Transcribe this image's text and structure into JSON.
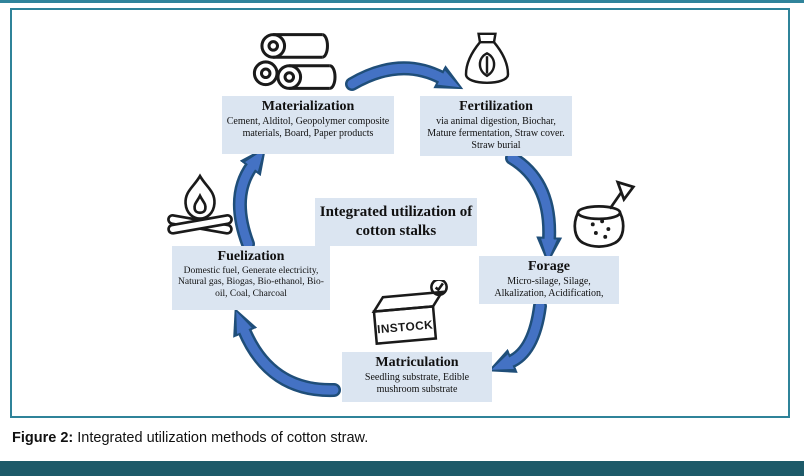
{
  "caption": {
    "label": "Figure 2:",
    "text": " Integrated utilization methods of cotton straw."
  },
  "colors": {
    "figure_border": "#2f8399",
    "node_fill": "#dbe5f1",
    "arrow_fill": "#4472c4",
    "arrow_outline": "#1f4e79",
    "footer_bar": "#1d5a69"
  },
  "diagram": {
    "center_title": "Integrated utilization of cotton stalks",
    "nodes": [
      {
        "id": "materialization",
        "title": "Materialization",
        "description": "Cement, Alditol, Geopolymer composite materials, Board, Paper products",
        "icon": "paper-rolls-icon"
      },
      {
        "id": "fertilization",
        "title": "Fertilization",
        "description": "via animal digestion, Biochar, Mature fermentation, Straw cover. Straw burial",
        "icon": "fertilizer-sack-icon"
      },
      {
        "id": "forage",
        "title": "Forage",
        "description": "Micro-silage, Silage, Alkalization, Acidification,",
        "icon": "feed-bag-icon"
      },
      {
        "id": "matriculation",
        "title": "Matriculation",
        "description": "Seedling substrate, Edible mushroom substrate",
        "icon": "instock-box-icon",
        "icon_label": "INSTOCK"
      },
      {
        "id": "fuelization",
        "title": "Fuelization",
        "description": "Domestic fuel, Generate electricity, Natural gas, Biogas, Bio-ethanol, Bio-oil,  Coal, Charcoal",
        "icon": "campfire-icon"
      }
    ]
  }
}
